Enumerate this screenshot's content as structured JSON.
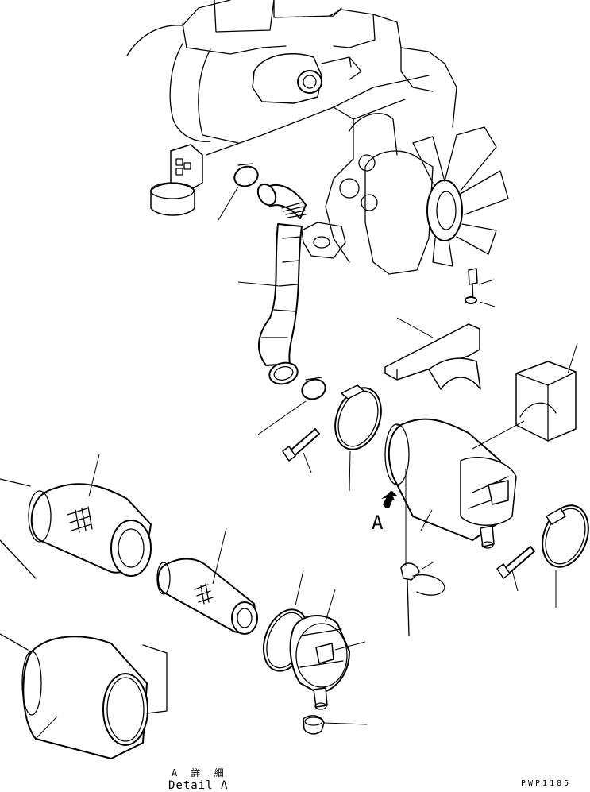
{
  "labels": {
    "view_arrow": "A",
    "detail_japanese": "A 詳 細",
    "detail_english": "Detail A",
    "drawing_code": "PWP1185"
  }
}
